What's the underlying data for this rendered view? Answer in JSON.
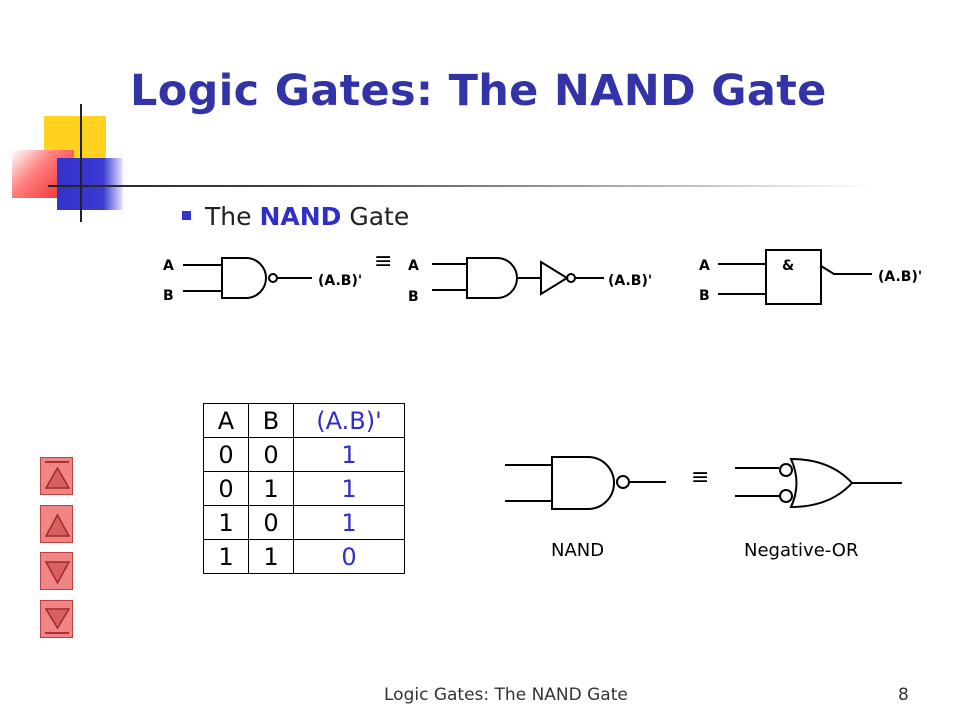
{
  "slide": {
    "title": "Logic Gates: The NAND Gate",
    "bullet": {
      "pre": "The ",
      "highlight": "NAND",
      "post": " Gate"
    },
    "footer": "Logic Gates: The NAND Gate",
    "page_number": "8"
  },
  "diagram": {
    "gate1": {
      "in_a": "A",
      "in_b": "B",
      "out": "(A.B)'"
    },
    "equiv1": "≡",
    "gate2": {
      "in_a": "A",
      "in_b": "B",
      "out": "(A.B)'"
    },
    "gate3": {
      "in_a": "A",
      "in_b": "B",
      "symbol": "&",
      "out": "(A.B)'"
    },
    "equiv2": "≡",
    "caption_nand": "NAND",
    "caption_negor": "Negative-OR"
  },
  "truth_table": {
    "headers": [
      "A",
      "B",
      "(A.B)'"
    ],
    "rows": [
      [
        "0",
        "0",
        "1"
      ],
      [
        "0",
        "1",
        "1"
      ],
      [
        "1",
        "0",
        "1"
      ],
      [
        "1",
        "1",
        "0"
      ]
    ]
  },
  "nav": {
    "buttons": [
      "first-slide-icon",
      "previous-slide-icon",
      "next-slide-icon",
      "last-slide-icon"
    ],
    "color": "#f08585"
  },
  "colors": {
    "title": "#3333a8",
    "highlight": "#2f2fc8",
    "table_output": "#2f2fc8"
  }
}
